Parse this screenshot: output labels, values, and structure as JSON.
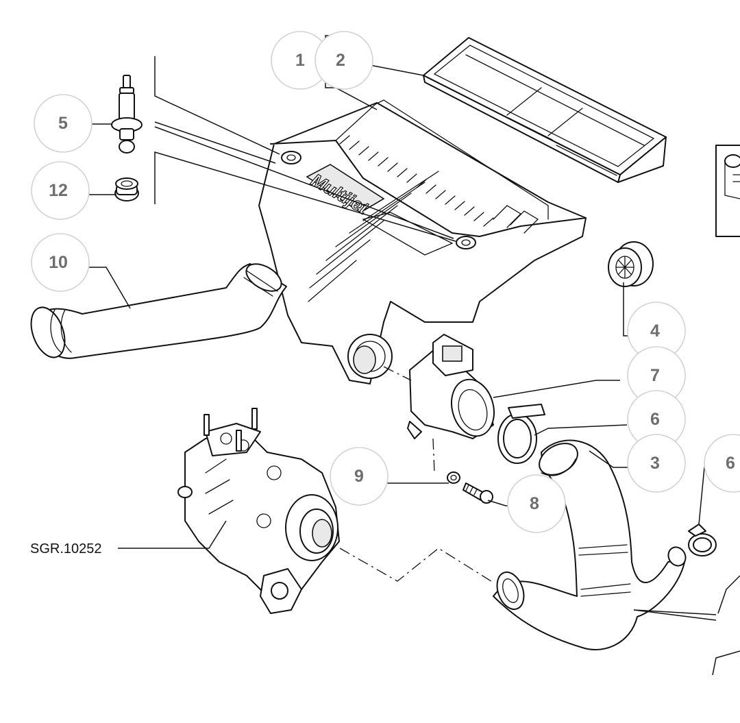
{
  "reference": {
    "code": "SGR.10252"
  },
  "callouts": [
    {
      "id": "c1",
      "number": "1"
    },
    {
      "id": "c2",
      "number": "2"
    },
    {
      "id": "c5",
      "number": "5"
    },
    {
      "id": "c12",
      "number": "12"
    },
    {
      "id": "c10",
      "number": "10"
    },
    {
      "id": "c4",
      "number": "4"
    },
    {
      "id": "c7",
      "number": "7"
    },
    {
      "id": "c6a",
      "number": "6"
    },
    {
      "id": "c3",
      "number": "3"
    },
    {
      "id": "c6b",
      "number": "6"
    },
    {
      "id": "c9",
      "number": "9"
    },
    {
      "id": "c8",
      "number": "8"
    }
  ],
  "cover": {
    "logo_text": "Multijet"
  }
}
